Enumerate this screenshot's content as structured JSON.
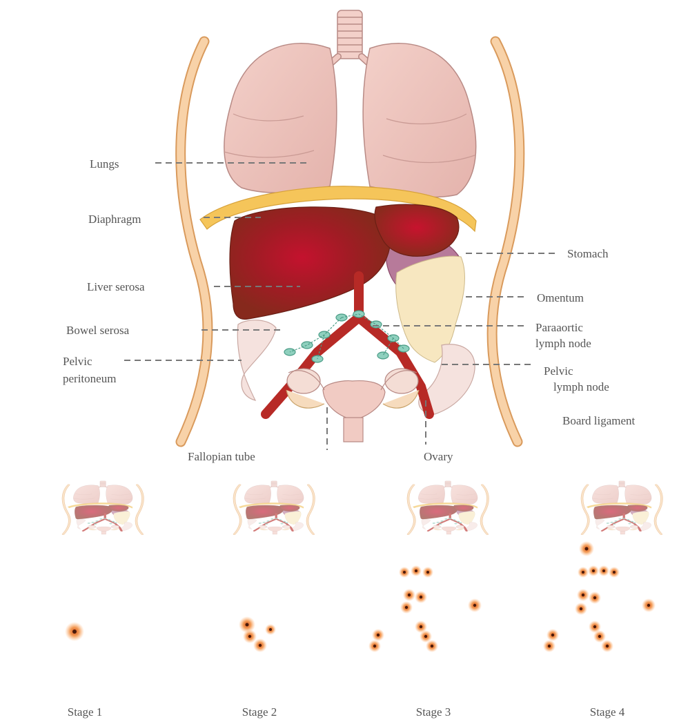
{
  "labels": {
    "lungs": "Lungs",
    "diaphragm": "Diaphragm",
    "liver_serosa": "Liver serosa",
    "bowel_serosa": "Bowel serosa",
    "pelvic_peritoneum_1": "Pelvic",
    "pelvic_peritoneum_2": "peritoneum",
    "stomach": "Stomach",
    "omentum": "Omentum",
    "paraaortic_1": "Paraaortic",
    "paraaortic_2": "lymph node",
    "pelvic_lymph_1": "Pelvic",
    "pelvic_lymph_2": "lymph node",
    "board_ligament": "Board ligament",
    "fallopian_tube": "Fallopian tube",
    "ovary": "Ovary"
  },
  "stages": [
    {
      "label": "Stage 1"
    },
    {
      "label": "Stage 2"
    },
    {
      "label": "Stage 3"
    },
    {
      "label": "Stage 4"
    }
  ],
  "colors": {
    "lung": "#edc3bd",
    "liver": "#8b2a1c",
    "liver_core": "#b0162a",
    "rib": "#f4c48e",
    "diaphragm": "#f4c45a",
    "vessel": "#b72a26",
    "lymph": "#7fc7b4",
    "omentum": "#f6e6bd",
    "bowel": "#f6e4e0",
    "tumor": "#e8731c"
  }
}
